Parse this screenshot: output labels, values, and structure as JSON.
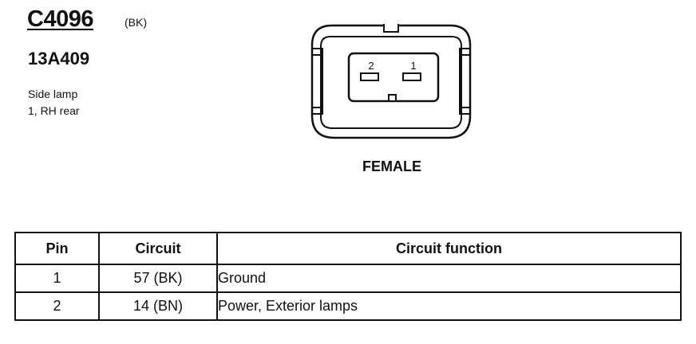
{
  "connector": {
    "id": "C4096",
    "color_code": "(BK)",
    "part_number": "13A409",
    "description_lines": [
      "Side lamp",
      "1, RH rear"
    ],
    "gender": "FEMALE",
    "pin_labels": [
      "2",
      "1"
    ]
  },
  "table": {
    "headers": [
      "Pin",
      "Circuit",
      "Circuit function"
    ],
    "rows": [
      {
        "pin": "1",
        "circuit": "57 (BK)",
        "function": "Ground"
      },
      {
        "pin": "2",
        "circuit": "14 (BN)",
        "function": "Power, Exterior lamps"
      }
    ]
  }
}
